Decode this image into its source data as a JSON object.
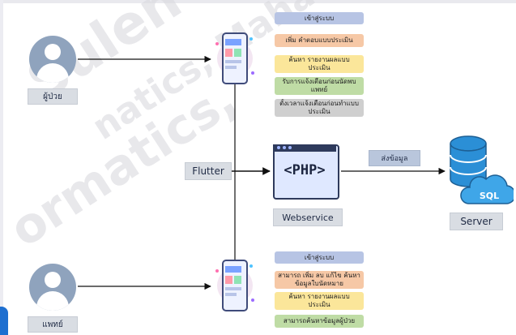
{
  "watermark": {
    "line1": "Sulen",
    "line2": "natics, Maha",
    "line3": "ormatics,"
  },
  "actors": {
    "patient": {
      "label": "ผู้ป่วย",
      "icon": "user-avatar-icon"
    },
    "doctor": {
      "label": "แพทย์",
      "icon": "user-avatar-icon"
    }
  },
  "patient_features": [
    {
      "text": "เข้าสู่ระบบ",
      "color": "#b7c4e4"
    },
    {
      "text": "เพิ่ม คำตอบแบบประเมิน",
      "color": "#f6c8a6"
    },
    {
      "text": "ค้นหา รายงานผลแบบประเมิน",
      "color": "#fbe69a"
    },
    {
      "text": "รับการแจ้งเตือนก่อนนัดพบแพทย์",
      "color": "#bfdca5"
    },
    {
      "text": "ตั้งเวลาแจ้งเตือนก่อนทำแบบประเมิน",
      "color": "#cfcfcf"
    }
  ],
  "doctor_features": [
    {
      "text": "เข้าสู่ระบบ",
      "color": "#b7c4e4"
    },
    {
      "text": "สามารถ เพิ่ม ลบ แก้ไข ค้นหาข้อมูลใบนัดหมาย",
      "color": "#f6c8a6"
    },
    {
      "text": "ค้นหา รายงานผลแบบประเมิน",
      "color": "#fbe69a"
    },
    {
      "text": "สามารถค้นหาข้อมูลผู้ป่วย",
      "color": "#bfdca5"
    }
  ],
  "flutter_label": "Flutter",
  "php_code": "<PHP>",
  "webservice_label": "Webservice",
  "send_label": "ส่งข้อมูล",
  "server_label": "Server",
  "database_text": "SQL",
  "icons": {
    "phone": "mobile-app-icon",
    "php": "php-code-window-icon",
    "database": "database-icon",
    "cloud": "cloud-icon"
  },
  "colors": {
    "arrow": "#111111",
    "avatar": "#8fa3bd",
    "server_blue": "#2b8fd6",
    "label_bg": "#d9dde3"
  }
}
